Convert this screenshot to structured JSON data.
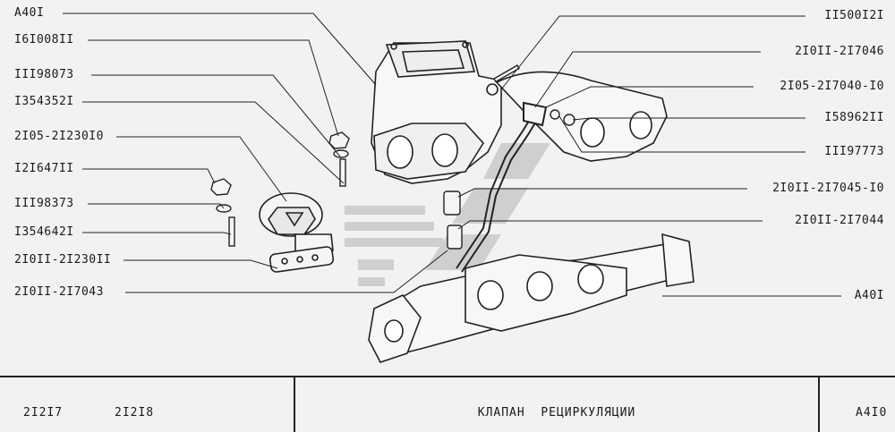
{
  "labels_left": [
    {
      "text": "A40I"
    },
    {
      "text": "I6I008II"
    },
    {
      "text": "III98073"
    },
    {
      "text": "I354352I"
    },
    {
      "text": "2I05-2I230I0"
    },
    {
      "text": "I2I647II"
    },
    {
      "text": "III98373"
    },
    {
      "text": "I354642I"
    },
    {
      "text": "2I0II-2I230II"
    },
    {
      "text": "2I0II-2I7043"
    }
  ],
  "labels_right": [
    {
      "text": "II500I2I"
    },
    {
      "text": "2I0II-2I7046"
    },
    {
      "text": "2I05-2I7040-I0"
    },
    {
      "text": "I58962II"
    },
    {
      "text": "III97773"
    },
    {
      "text": "2I0II-2I7045-I0"
    },
    {
      "text": "2I0II-2I7044"
    },
    {
      "text": "A40I"
    }
  ],
  "footer": {
    "model_a": "2I2I7",
    "model_b": "2I2I8",
    "title": "КЛАПАН  РЕЦИРКУЛЯЦИИ",
    "code": "A4I0"
  }
}
